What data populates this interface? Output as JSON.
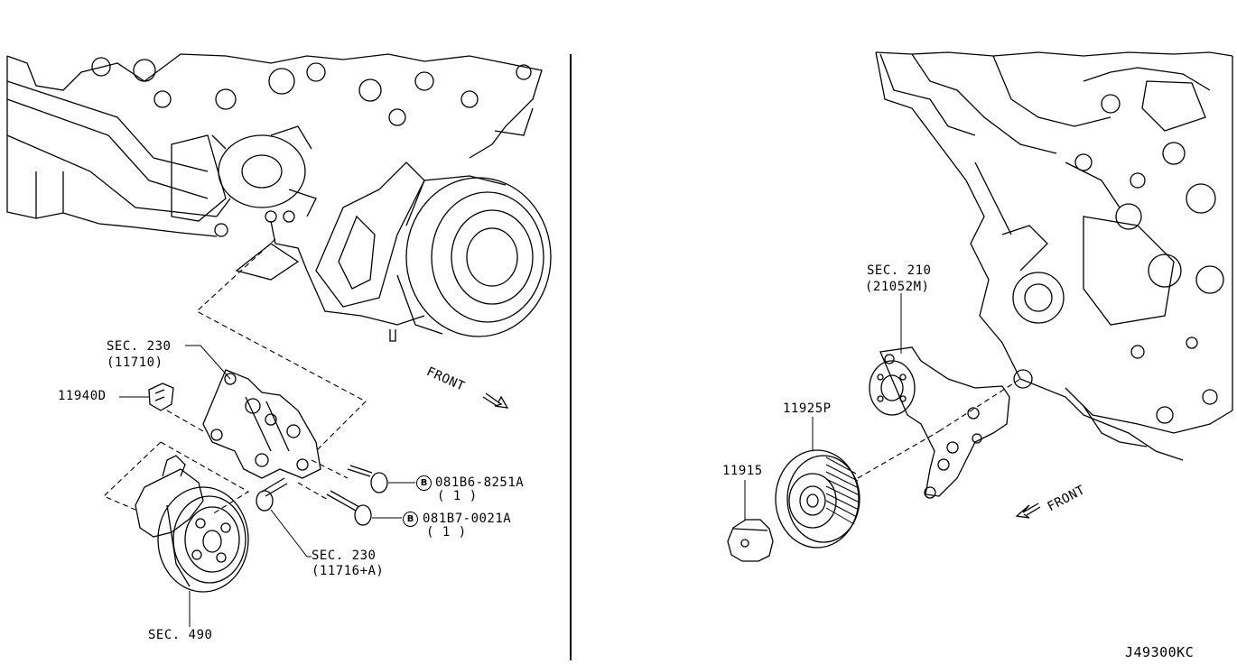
{
  "left_panel": {
    "callouts": {
      "sec230_top": {
        "line1": "SEC. 230",
        "line2": "(11710)"
      },
      "part_11940D": "11940D",
      "bolt_b1": {
        "marker": "B",
        "part": "081B6-8251A",
        "qty": "( 1 )"
      },
      "bolt_b2": {
        "marker": "B",
        "part": "081B7-0021A",
        "qty": "( 1 )"
      },
      "sec230_bottom": {
        "line1": "SEC. 230",
        "line2": "(11716+A)"
      },
      "sec490": "SEC. 490",
      "front": "FRONT"
    }
  },
  "right_panel": {
    "callouts": {
      "sec210": {
        "line1": "SEC. 210",
        "line2": "(21052M)"
      },
      "part_11925P": "11925P",
      "part_11915": "11915",
      "front": "FRONT"
    }
  },
  "diagram_code": "J49300KC"
}
